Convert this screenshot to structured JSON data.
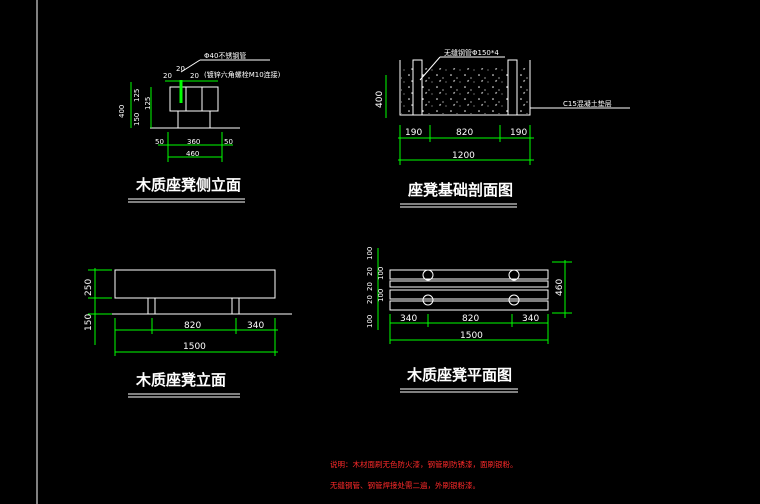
{
  "views": {
    "side": {
      "title": "木质座凳侧立面",
      "pipe_label_1": "Φ40不锈钢管",
      "pipe_label_2": "(镀锌六角螺栓M10连接)",
      "dims_top": [
        "20",
        "20",
        "20"
      ],
      "dims_left_outer": "400",
      "dims_left_a": "125",
      "dims_left_b": "125",
      "dims_left_c": "150",
      "dims_bottom_a": "50",
      "dims_bottom_b": "360",
      "dims_bottom_c": "50",
      "dims_bottom_total": "460"
    },
    "foundation": {
      "title": "座凳基础剖面图",
      "pipe_label": "无缝钢管Φ150*4",
      "concrete_label": "C15混凝土垫层",
      "dims_left": "400",
      "dims_bottom_a": "190",
      "dims_bottom_b": "820",
      "dims_bottom_c": "190",
      "dims_bottom_total": "1200"
    },
    "elevation": {
      "title": "木质座凳立面",
      "dims_left_a": "250",
      "dims_left_b": "150",
      "dims_bottom_a": "820",
      "dims_bottom_b": "340",
      "dims_bottom_total": "1500"
    },
    "plan": {
      "title": "木质座凳平面图",
      "dims_left": [
        "100",
        "20",
        "100",
        "20",
        "20",
        "100",
        "100"
      ],
      "dims_right": "460",
      "dims_bottom_a": "340",
      "dims_bottom_b": "820",
      "dims_bottom_c": "340",
      "dims_bottom_total": "1500"
    }
  },
  "notes": {
    "line1": "说明：木材面刷无色防火漆，钢管刷防锈漆，面刷银粉。",
    "line2": "无缝钢管、钢管焊接处需二遍，外刷银粉漆。"
  },
  "colors": {
    "background": "#000000",
    "line": "#ffffff",
    "dimension": "#00ff00",
    "pipe": "#00ff00",
    "note": "#ff2a2a"
  }
}
